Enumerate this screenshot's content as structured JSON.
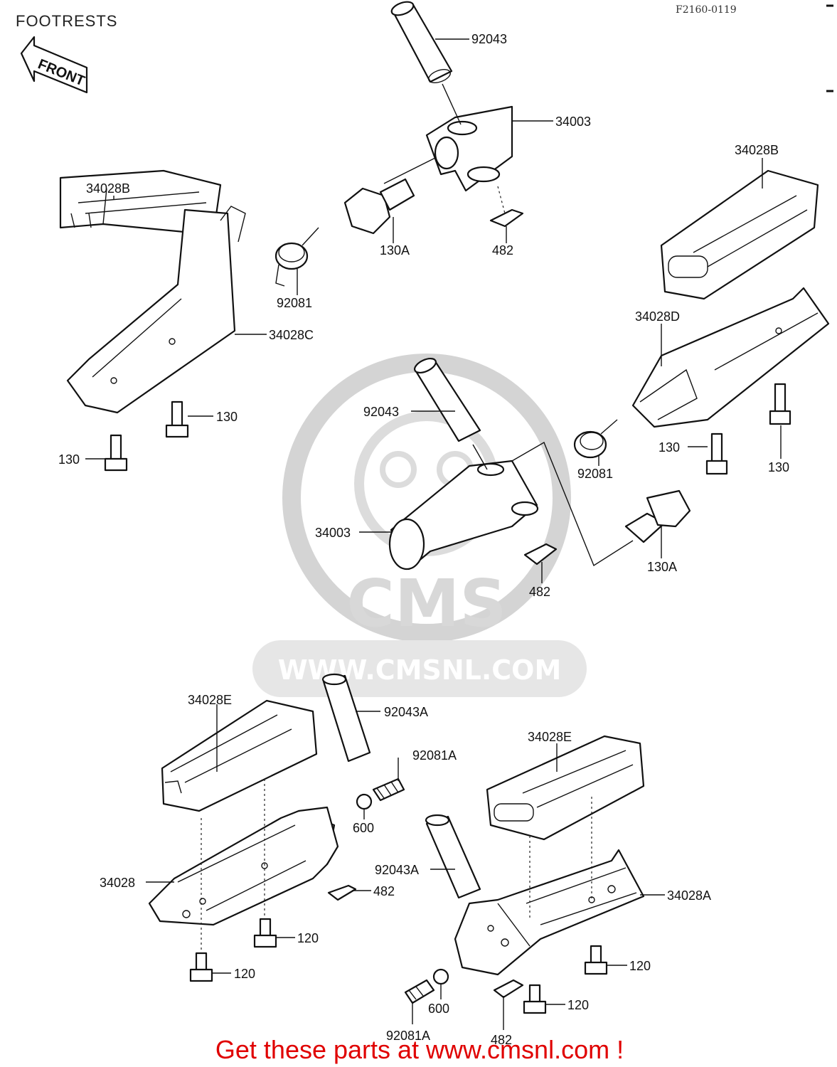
{
  "header": {
    "title": "FOOTRESTS",
    "drawing_code": "F2160-0119",
    "front_arrow": "FRONT"
  },
  "watermark": {
    "brand": "CMS",
    "url": "WWW.CMSNL.COM"
  },
  "labels": {
    "l1": "92043",
    "l2": "34003",
    "l3": "34028B",
    "l4": "34028B",
    "l5": "130A",
    "l6": "482",
    "l7": "92081",
    "l8": "34028C",
    "l9": "34028D",
    "l10": "130",
    "l11": "130",
    "l12": "92043",
    "l13": "130",
    "l14": "130",
    "l15": "92081",
    "l16": "34003",
    "l17": "130A",
    "l18": "482",
    "l19": "34028E",
    "l20": "92043A",
    "l21": "92081A",
    "l22": "34028E",
    "l23": "600",
    "l24": "92043A",
    "l25": "34028",
    "l26": "482",
    "l27": "34028A",
    "l28": "120",
    "l29": "120",
    "l30": "120",
    "l31": "600",
    "l32": "120",
    "l33": "92081A",
    "l34": "482"
  },
  "footer": {
    "text": "Get these parts at www.cmsnl.com !"
  }
}
